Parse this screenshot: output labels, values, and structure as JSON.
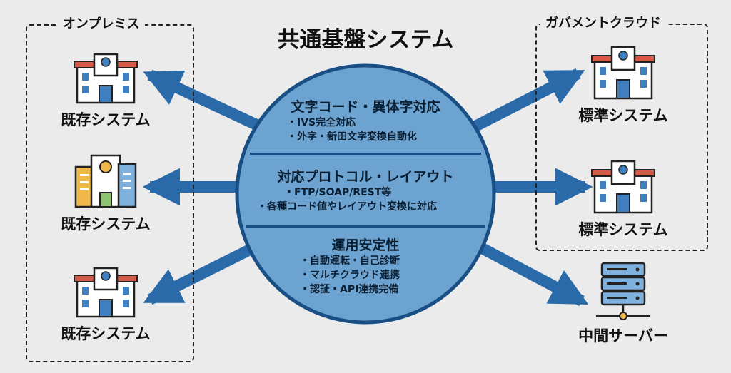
{
  "diagram": {
    "title": "共通基盤システム",
    "groups": {
      "onpremise": {
        "label": "オンプレミス"
      },
      "government_cloud": {
        "label": "ガバメントクラウド"
      }
    },
    "left_nodes": [
      {
        "label": "既存システム",
        "icon": "building-icon"
      },
      {
        "label": "既存システム",
        "icon": "office-building-icon"
      },
      {
        "label": "既存システム",
        "icon": "building-icon"
      }
    ],
    "right_nodes": [
      {
        "label": "標準システム",
        "icon": "building-icon"
      },
      {
        "label": "標準システム",
        "icon": "building-icon"
      },
      {
        "label": "中間サーバー",
        "icon": "server-icon"
      }
    ],
    "hub_sections": [
      {
        "title": "文字コード・異体字対応",
        "items": [
          "・IVS完全対応",
          "・外字・新田文字変換自動化"
        ]
      },
      {
        "title": "対応プロトコル・レイアウト",
        "items": [
          "・FTP/SOAP/REST等",
          "・各種コード値やレイアウト変換に対応"
        ]
      },
      {
        "title": "運用安定性",
        "items": [
          "・自動運転・自己診断",
          "・マルチクラウド連携",
          "・認証・API連携完備"
        ]
      }
    ],
    "colors": {
      "hub_fill": "#6da3d0",
      "hub_stroke": "#1a4f86",
      "arrow": "#2a6aa8",
      "roof": "#d65a4a",
      "window": "#3f7fbf",
      "background": "#ebebeb"
    }
  }
}
